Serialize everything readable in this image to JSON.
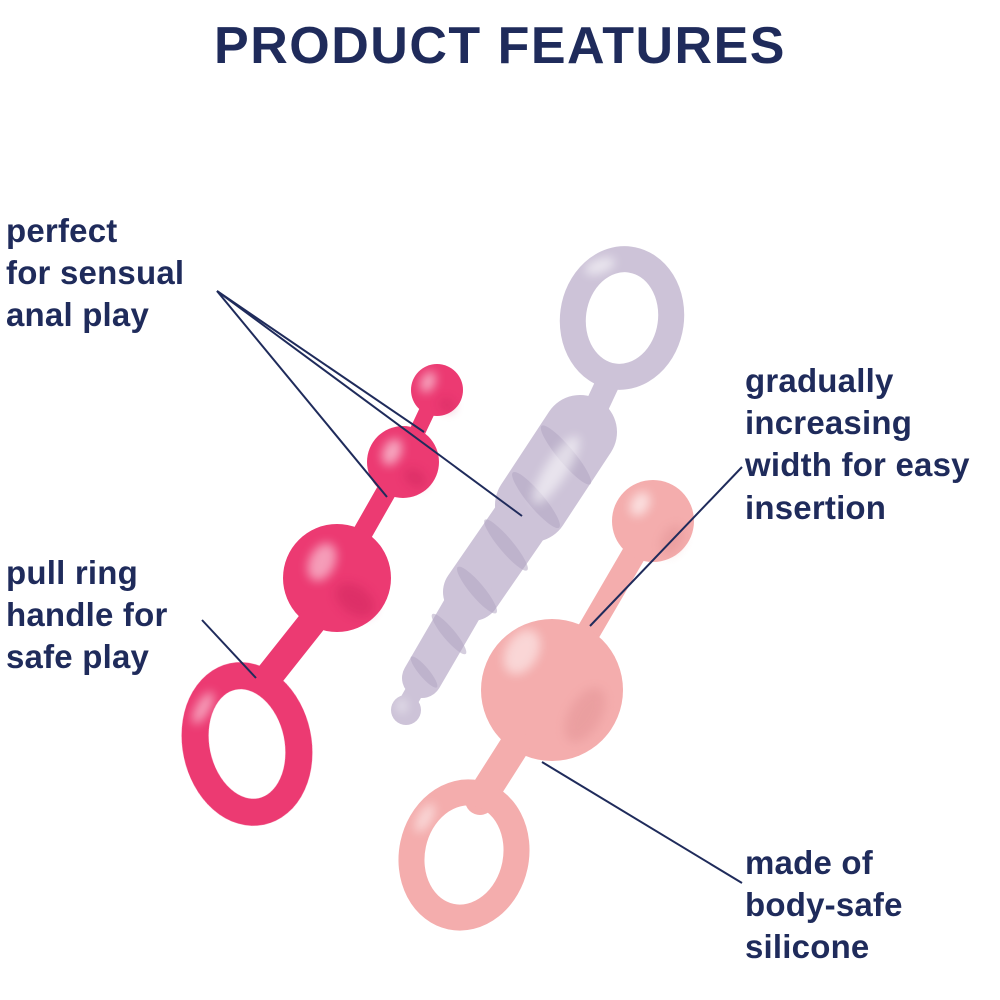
{
  "title": "PRODUCT FEATURES",
  "callouts": {
    "anal_play": {
      "text": "perfect\nfor sensual\nanal play"
    },
    "pull_ring": {
      "text": "pull ring\nhandle for\nsafe play"
    },
    "width": {
      "text": "gradually\nincreasing\nwidth for easy\ninsertion"
    },
    "silicone": {
      "text": "made of\nbody-safe\nsilicone"
    }
  },
  "colors": {
    "navy": "#1f2b5b",
    "pink": "#ec3a72",
    "pink_dark": "#c21d55",
    "lilac": "#cdc3d8",
    "lilac_dark": "#b3a7c4",
    "salmon": "#f4adad",
    "salmon_dark": "#e08f92",
    "background": "#ffffff"
  }
}
